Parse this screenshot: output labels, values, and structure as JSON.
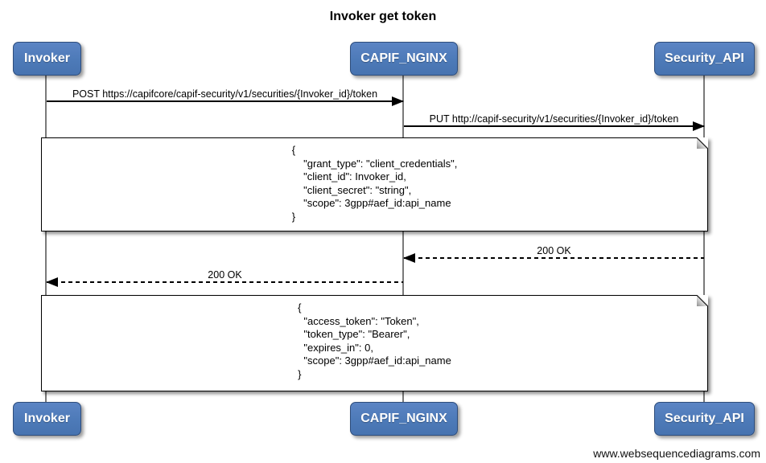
{
  "title": "Invoker get token",
  "actors": [
    {
      "label": "Invoker"
    },
    {
      "label": "CAPIF_NGINX"
    },
    {
      "label": "Security_API"
    }
  ],
  "messages": [
    {
      "label": "POST https://capifcore/capif-security/v1/securities/{Invoker_id}/token",
      "from": "Invoker",
      "to": "CAPIF_NGINX",
      "line": "solid"
    },
    {
      "label": "PUT http://capif-security/v1/securities/{Invoker_id}/token",
      "from": "CAPIF_NGINX",
      "to": "Security_API",
      "line": "solid"
    },
    {
      "label": "200 OK",
      "from": "Security_API",
      "to": "CAPIF_NGINX",
      "line": "dashed"
    },
    {
      "label": "200 OK",
      "from": "CAPIF_NGINX",
      "to": "Invoker",
      "line": "dashed"
    }
  ],
  "notes": [
    {
      "text": "{\n    \"grant_type\": \"client_credentials\",\n    \"client_id\": Invoker_id,\n    \"client_secret\": \"string\",\n    \"scope\": 3gpp#aef_id:api_name\n}"
    },
    {
      "text": "{\n  \"access_token\": \"Token\",\n  \"token_type\": \"Bearer\",\n  \"expires_in\": 0,\n  \"scope\": 3gpp#aef_id:api_name\n}"
    }
  ],
  "footer": "www.websequencediagrams.com",
  "colors": {
    "actor_fill": "#4d7ab8",
    "actor_border": "#2e4d7b",
    "lifeline": "#7a7a7a"
  }
}
